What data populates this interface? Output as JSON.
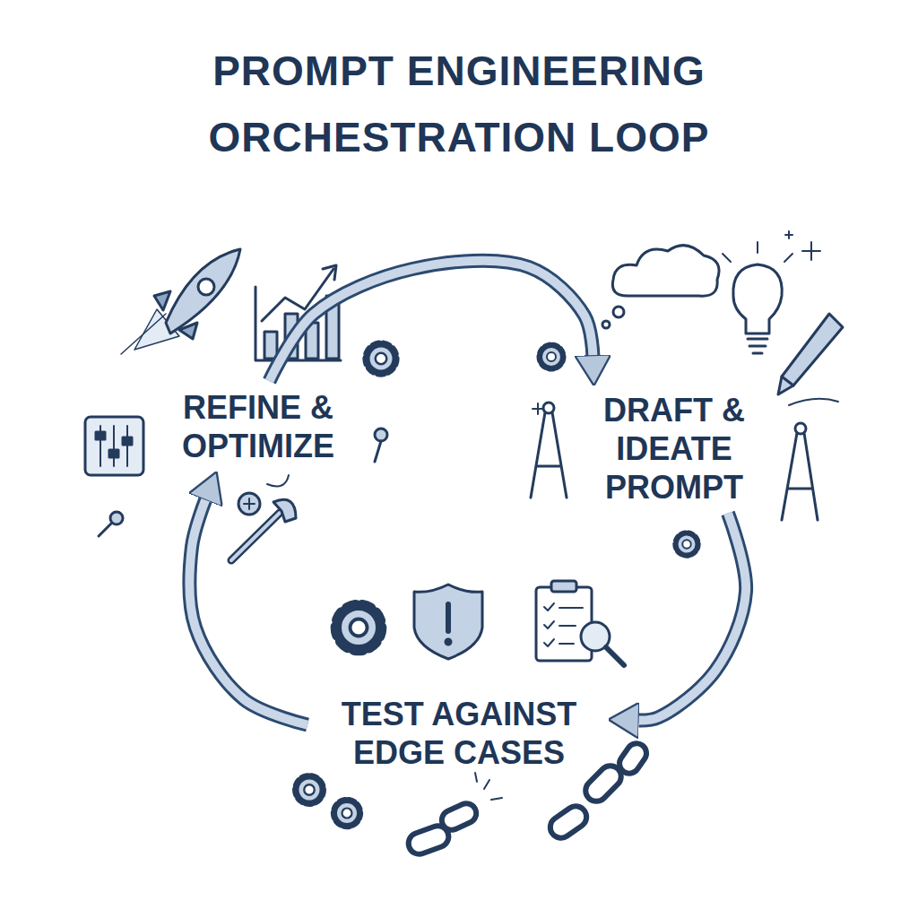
{
  "diagram": {
    "title": "PROMPT ENGINEERING ORCHESTRATION LOOP",
    "nodes": [
      {
        "text": [
          "REFINE & OPTIMIZE"
        ]
      },
      {
        "text": [
          "DRAFT & IDEATE PROMPT"
        ]
      },
      {
        "text": [
          "TEST AGAINST EDGE CASES"
        ]
      }
    ],
    "edges": [
      {
        "from": 0,
        "to": 1,
        "arrow": "to"
      },
      {
        "from": 1,
        "to": 2,
        "arrow": "to"
      },
      {
        "from": 2,
        "to": 0,
        "arrow": "to"
      }
    ]
  }
}
